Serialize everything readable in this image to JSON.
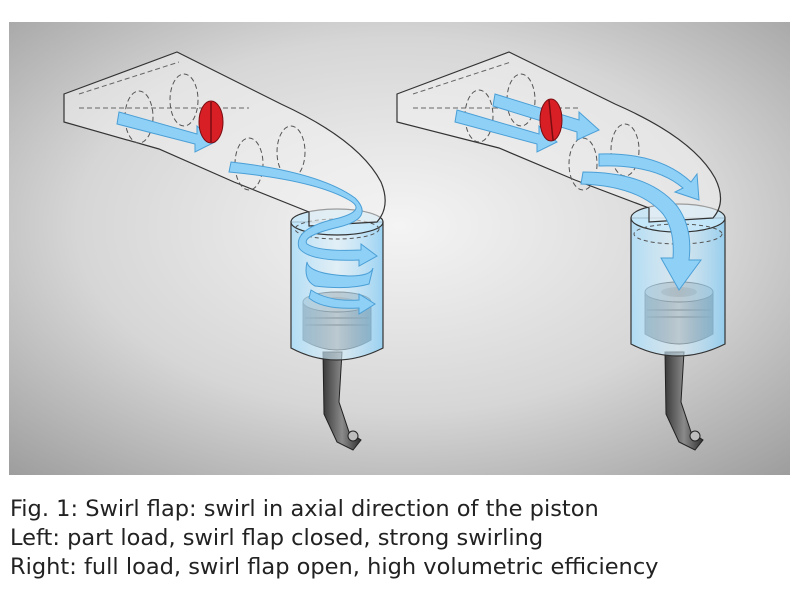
{
  "caption": {
    "line1": "Fig. 1: Swirl flap: swirl in axial direction of the piston",
    "line2": "Left: part load, swirl flap closed, strong swirling",
    "line3": "Right: full load, swirl flap open, high volumetric efficiency"
  },
  "colors": {
    "background_light": "#f2f2f2",
    "background_dark": "#9c9c9c",
    "airflow": "#8fd0f7",
    "cylinder_tint": "#bfe6fb",
    "flap": "#d81f26",
    "metal": "#5a5a5a",
    "outline": "#333333"
  },
  "diagram": {
    "left_panel": {
      "flap_state": "closed",
      "flow": "swirl"
    },
    "right_panel": {
      "flap_state": "open",
      "flow": "straight"
    }
  }
}
